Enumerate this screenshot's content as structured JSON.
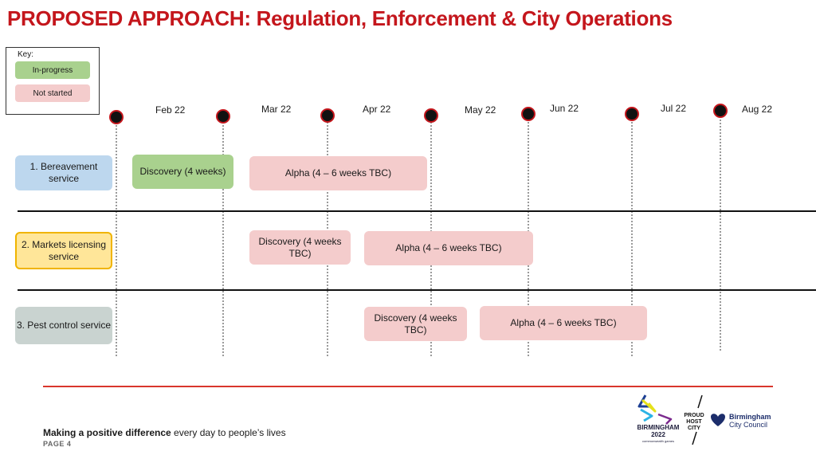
{
  "title": "PROPOSED APPROACH: Regulation, Enforcement & City Operations",
  "key": {
    "title": "Key:",
    "items": [
      {
        "label": "In-progress",
        "color": "#a9d18e"
      },
      {
        "label": "Not started",
        "color": "#f4cccc"
      }
    ]
  },
  "timeline": {
    "months": [
      "Feb 22",
      "Mar 22",
      "Apr 22",
      "May 22",
      "Jun 22",
      "Jul 22",
      "Aug 22"
    ]
  },
  "rows": [
    {
      "label": "1. Bereavement service",
      "label_color": "#bdd7ee",
      "bars": [
        {
          "text": "Discovery (4 weeks)",
          "status": "In-progress"
        },
        {
          "text": "Alpha (4 – 6 weeks TBC)",
          "status": "Not started"
        }
      ]
    },
    {
      "label": "2. Markets licensing service",
      "label_color": "#ffe699",
      "bars": [
        {
          "text": "Discovery (4 weeks TBC)",
          "status": "Not started"
        },
        {
          "text": "Alpha (4 – 6 weeks TBC)",
          "status": "Not started"
        }
      ]
    },
    {
      "label": "3. Pest control service",
      "label_color": "#c9d3d0",
      "bars": [
        {
          "text": "Discovery (4 weeks TBC)",
          "status": "Not started"
        },
        {
          "text": "Alpha (4 – 6 weeks TBC)",
          "status": "Not started"
        }
      ]
    }
  ],
  "footer": {
    "tagline_bold": "Making a positive difference",
    "tagline_rest": " every day to people’s lives",
    "page": "PAGE 4",
    "logos": {
      "birmingham2022": {
        "line1": "BIRMINGHAM",
        "line2": "2022",
        "line3": "commonwealth games"
      },
      "proud_host_city": [
        "PROUD",
        "HOST",
        "CITY"
      ],
      "city_council": [
        "Birmingham",
        "City Council"
      ]
    }
  },
  "colors": {
    "accent": "#c4161c",
    "in_progress": "#a9d18e",
    "not_started": "#f4cccc"
  }
}
